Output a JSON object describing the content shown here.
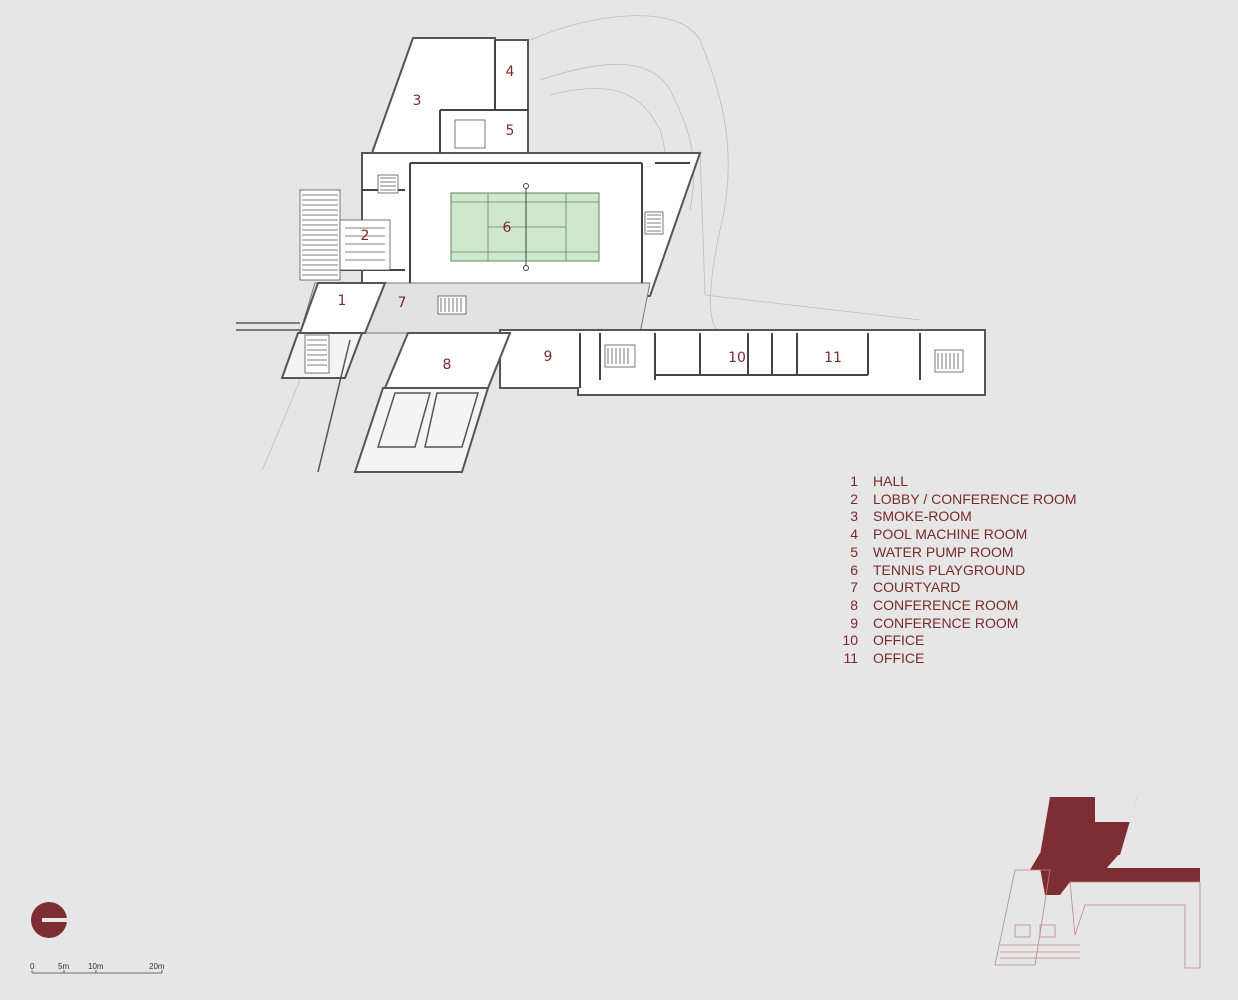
{
  "rooms": [
    {
      "num": "1",
      "name": "HALL"
    },
    {
      "num": "2",
      "name": "LOBBY / CONFERENCE ROOM"
    },
    {
      "num": "3",
      "name": "SMOKE-ROOM"
    },
    {
      "num": "4",
      "name": "POOL MACHINE ROOM"
    },
    {
      "num": "5",
      "name": "WATER PUMP ROOM"
    },
    {
      "num": "6",
      "name": "TENNIS PLAYGROUND"
    },
    {
      "num": "7",
      "name": "COURTYARD"
    },
    {
      "num": "8",
      "name": "CONFERENCE ROOM"
    },
    {
      "num": "9",
      "name": "CONFERENCE ROOM"
    },
    {
      "num": "10",
      "name": "OFFICE"
    },
    {
      "num": "11",
      "name": "OFFICE"
    }
  ],
  "scale_bar": {
    "labels": [
      "0",
      "5m",
      "10m",
      "20m"
    ]
  },
  "colors": {
    "accent": "#7a2a2a",
    "key_fill": "#7d2e33",
    "court": "#cfe6cf",
    "wall": "#555555",
    "background": "#e6e6e6"
  },
  "icons": {
    "orientation": "north-arrow-icon",
    "key_plan": "key-plan-icon"
  }
}
